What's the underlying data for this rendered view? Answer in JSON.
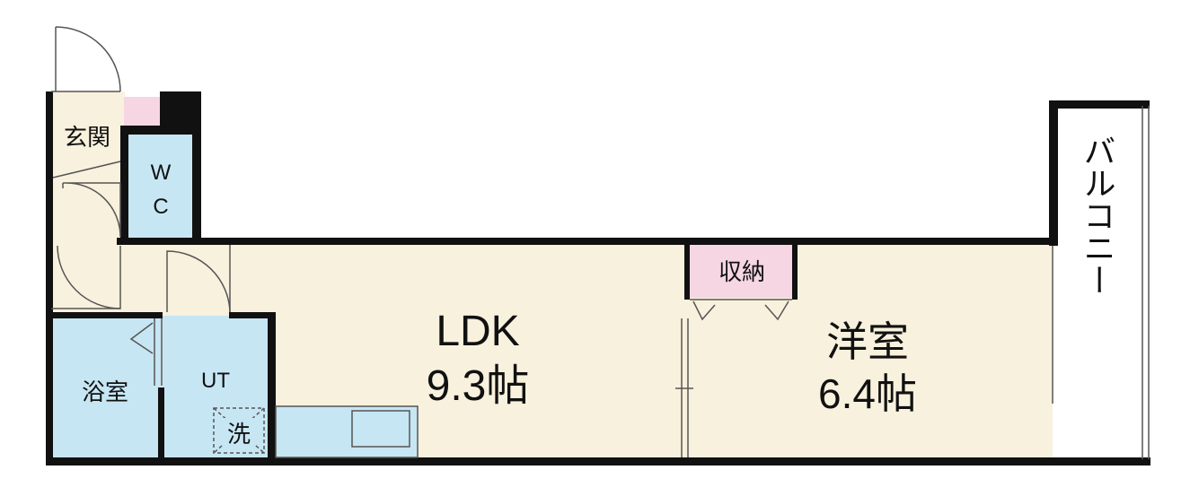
{
  "rooms": {
    "entrance": "玄関",
    "wc": {
      "line1": "W",
      "line2": "C"
    },
    "bath": "浴室",
    "ut": "UT",
    "washer": "洗",
    "ldk": {
      "name": "LDK",
      "size": "9.3帖"
    },
    "storage": "収納",
    "western_room": {
      "name": "洋室",
      "size": "6.4帖"
    },
    "balcony": "バルコニー"
  },
  "colors": {
    "floor": "#f8f1dd",
    "wet_area": "#c7e6f4",
    "storage": "#f6d6e2",
    "wall": "#111111"
  }
}
